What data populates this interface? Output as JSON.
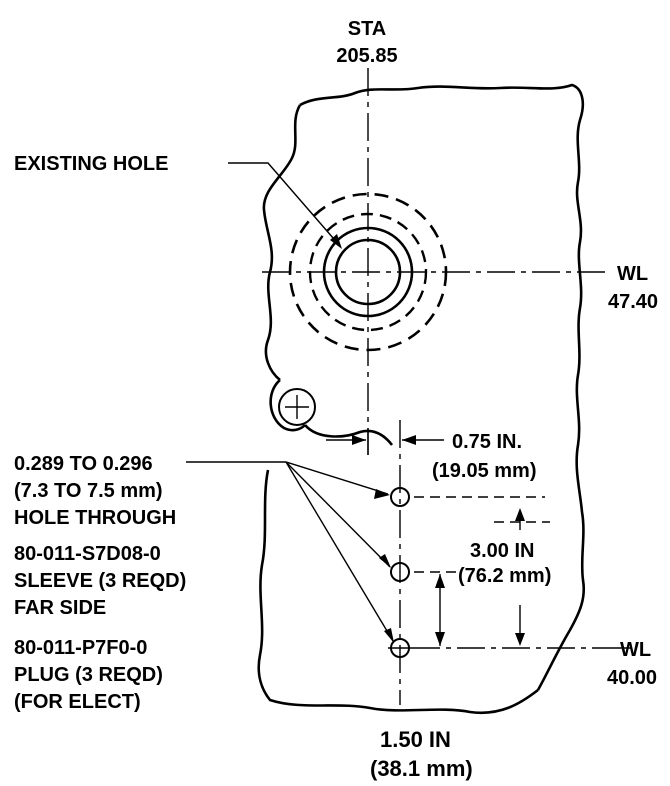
{
  "station": {
    "label": "STA",
    "value": "205.85"
  },
  "existing_hole": "EXISTING HOLE",
  "wl_upper": {
    "label": "WL",
    "value": "47.40"
  },
  "wl_lower": {
    "label": "WL",
    "value": "40.00"
  },
  "dim_horizontal": {
    "inches": "0.75 IN.",
    "mm": "(19.05 mm)"
  },
  "dim_vertical": {
    "inches": "3.00 IN",
    "mm": "(76.2 mm)"
  },
  "dim_bottom": {
    "inches": "1.50 IN",
    "mm": "(38.1 mm)"
  },
  "hole_note": {
    "line1": "0.289 TO 0.296",
    "line2": "(7.3 TO 7.5 mm)",
    "line3": "HOLE THROUGH"
  },
  "sleeve_note": {
    "line1": "80-011-S7D08-0",
    "line2": "SLEEVE (3 REQD)",
    "line3": "FAR SIDE"
  },
  "plug_note": {
    "line1": "80-011-P7F0-0",
    "line2": "PLUG (3 REQD)",
    "line3": "(FOR ELECT)"
  }
}
